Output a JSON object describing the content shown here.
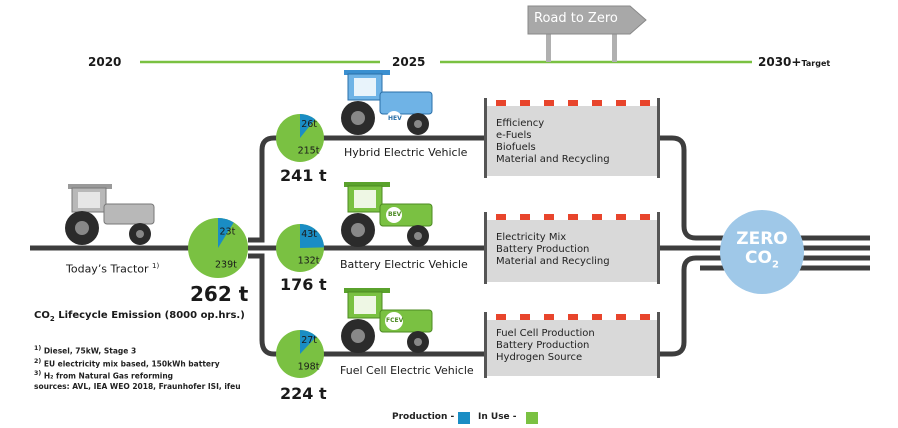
{
  "road_sign": {
    "label": "Road to Zero"
  },
  "timeline": {
    "start": "2020",
    "mid": "2025",
    "end": "2030+",
    "end_suffix": "Target"
  },
  "today": {
    "label": "Today’s Tractor",
    "note": "1)",
    "total": "262 t",
    "production": "23t",
    "in_use": "239t"
  },
  "lifecycle_label": {
    "prefix": "CO",
    "sub": "2",
    "suffix": " Lifecycle Emission (8000 op.hrs.)"
  },
  "vehicles": [
    {
      "name": "Hybrid Electric Vehicle",
      "badge": "HEV",
      "total": "241 t",
      "production": "26t",
      "in_use": "215t",
      "levers": [
        "Efficiency",
        "e-Fuels",
        "Biofuels",
        "Material and Recycling"
      ]
    },
    {
      "name": "Battery Electric Vehicle",
      "badge": "BEV",
      "total": "176 t",
      "production": "43t",
      "in_use": "132t",
      "levers": [
        "Electricity Mix",
        "Battery Production",
        "Material and Recycling"
      ]
    },
    {
      "name": "Fuel Cell Electric Vehicle",
      "badge": "FCEV",
      "total": "224 t",
      "production": "27t",
      "in_use": "198t",
      "levers": [
        "Fuel Cell Production",
        "Battery Production",
        "Hydrogen Source"
      ]
    }
  ],
  "zero": {
    "line1": "ZERO",
    "line2": "CO",
    "sub": "2"
  },
  "footnotes": [
    {
      "mark": "1)",
      "text": " Diesel, 75kW, Stage 3"
    },
    {
      "mark": "2)",
      "text": " EU electricity mix based, 150kWh battery"
    },
    {
      "mark": "3)",
      "text": " H₂ from Natural Gas reforming"
    },
    {
      "mark": "",
      "text": "sources: AVL, IEA WEO 2018, Fraunhofer ISI, ifeu"
    }
  ],
  "legend": {
    "production": "Production -",
    "in_use": "In Use -"
  },
  "colors": {
    "production": "#1a8dc4",
    "in_use": "#7ac142",
    "road": "#3d3d3d",
    "timeline": "#7ac142",
    "zero": "#9fc8e8",
    "barrier_red": "#e8452c"
  }
}
